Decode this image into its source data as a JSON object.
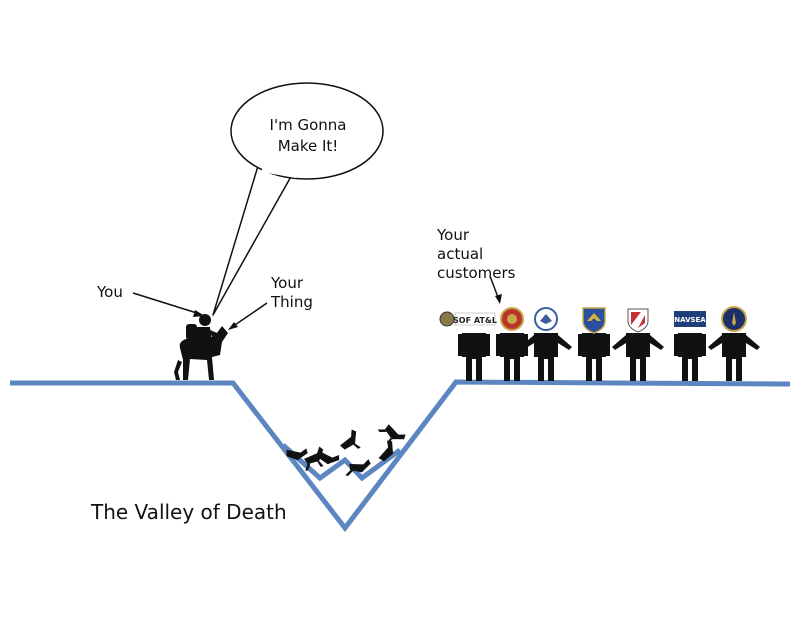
{
  "speech_bubble": {
    "lines": [
      "I'm Gonna",
      "Make It!"
    ]
  },
  "labels": {
    "you": "You",
    "your_thing": [
      "Your",
      "Thing"
    ],
    "customers": [
      "Your",
      "actual",
      "customers"
    ],
    "title": "The Valley of Death"
  },
  "logos": [
    {
      "name": "sof-atl-seal",
      "text": "SOF AT&L"
    },
    {
      "name": "usmc-emblem"
    },
    {
      "name": "dhs-seal"
    },
    {
      "name": "usaf-shield"
    },
    {
      "name": "army-materiel-shield"
    },
    {
      "name": "navsea-logo",
      "text": "NAVSEA"
    },
    {
      "name": "navy-seal"
    }
  ],
  "colors": {
    "ground_line": "#5b86c0",
    "figure": "#111111",
    "usmc": "#b8352b",
    "dhs": "#3a5fa0",
    "usaf": "#2a4f9c",
    "usaf_wing": "#d9b23a",
    "army": "#c43038",
    "navsea": "#1f3f7a",
    "navy": "#1c2f6a",
    "gold": "#caa64a"
  }
}
